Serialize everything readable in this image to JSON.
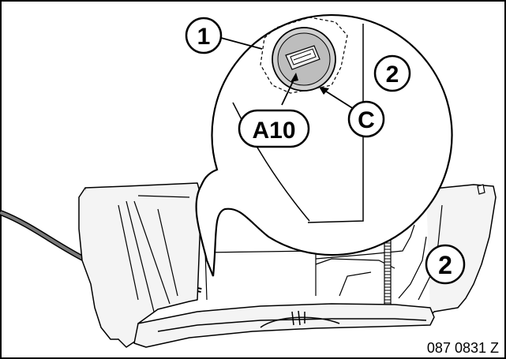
{
  "callouts": {
    "c1": "1",
    "c2_top": "2",
    "c2_bottom": "2",
    "a10": "A10",
    "c": "C"
  },
  "reference_code": "087 0831 Z",
  "colors": {
    "stroke": "#000000",
    "fill_part": "#f2f2f2",
    "fill_cap": "#c8c8c8",
    "cable": "#7a7a7a"
  }
}
